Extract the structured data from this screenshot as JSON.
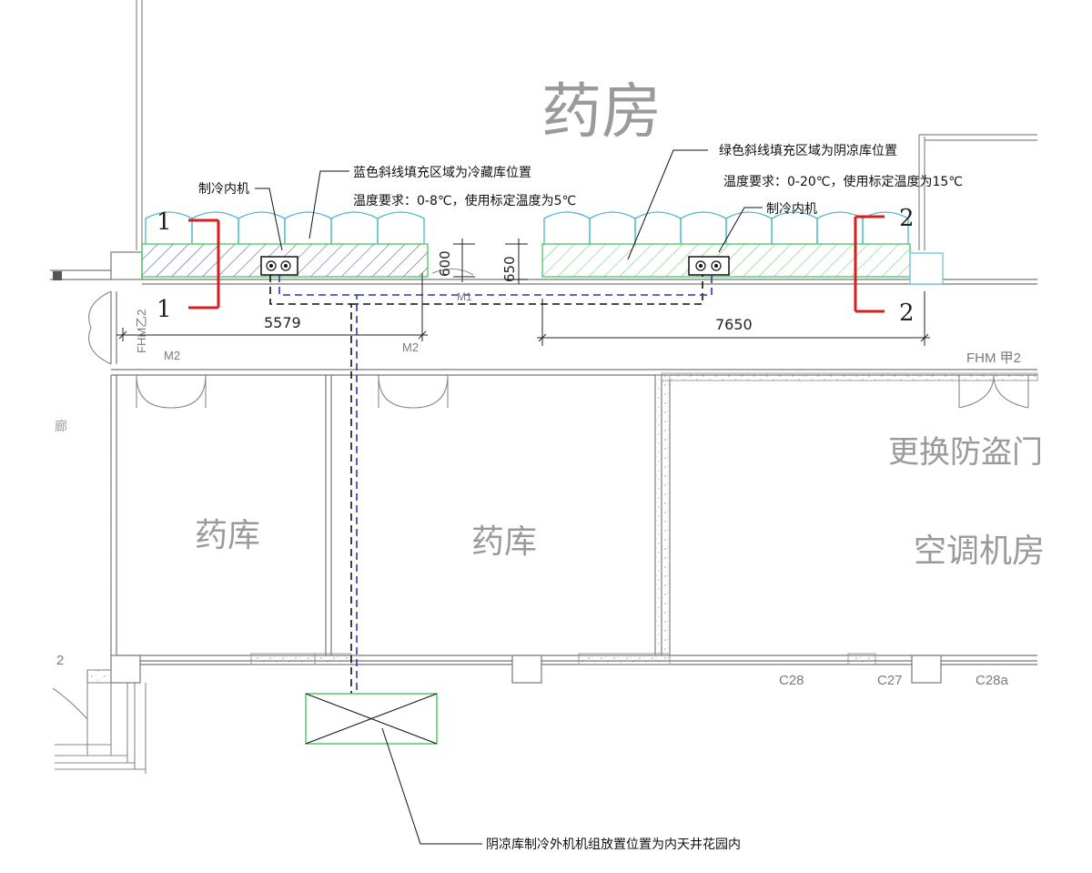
{
  "rooms": {
    "pharmacy": "药房",
    "store_left": "药库",
    "store_mid": "药库",
    "ac_room": "空调机房",
    "replace_door": "更换防盗门",
    "corridor": "廊"
  },
  "notes": {
    "blue_area": "蓝色斜线填充区域为冷藏库位置",
    "blue_temp": "温度要求：0-8℃，使用标定温度为5℃",
    "green_area": "绿色斜线填充区域为阴凉库位置",
    "green_temp": "温度要求：0-20℃，使用标定温度为15℃",
    "indoor_unit_left": "制冷内机",
    "indoor_unit_right": "制冷内机",
    "outdoor_unit": "阴凉库制冷外机机组放置位置为内天井花园内"
  },
  "dimensions": {
    "left_width": "5579",
    "right_width": "7650",
    "depth_left": "600",
    "depth_right": "650"
  },
  "sections": {
    "s1_top": "1",
    "s1_bottom": "1",
    "s2_top": "2",
    "s2_bottom": "2"
  },
  "tags": {
    "fhm_left": "FHM乙2",
    "m2_left": "M2",
    "m2_mid": "M2",
    "m1": "M1",
    "fhm_right": "FHM 甲2",
    "c28": "C28",
    "c27": "C27",
    "c28a": "C28a",
    "stair_num": "2"
  },
  "colors": {
    "cold_store": "#2a3aa8",
    "cool_store": "#35c44a",
    "section_mark": "#d81e1e",
    "wall": "#666666"
  }
}
